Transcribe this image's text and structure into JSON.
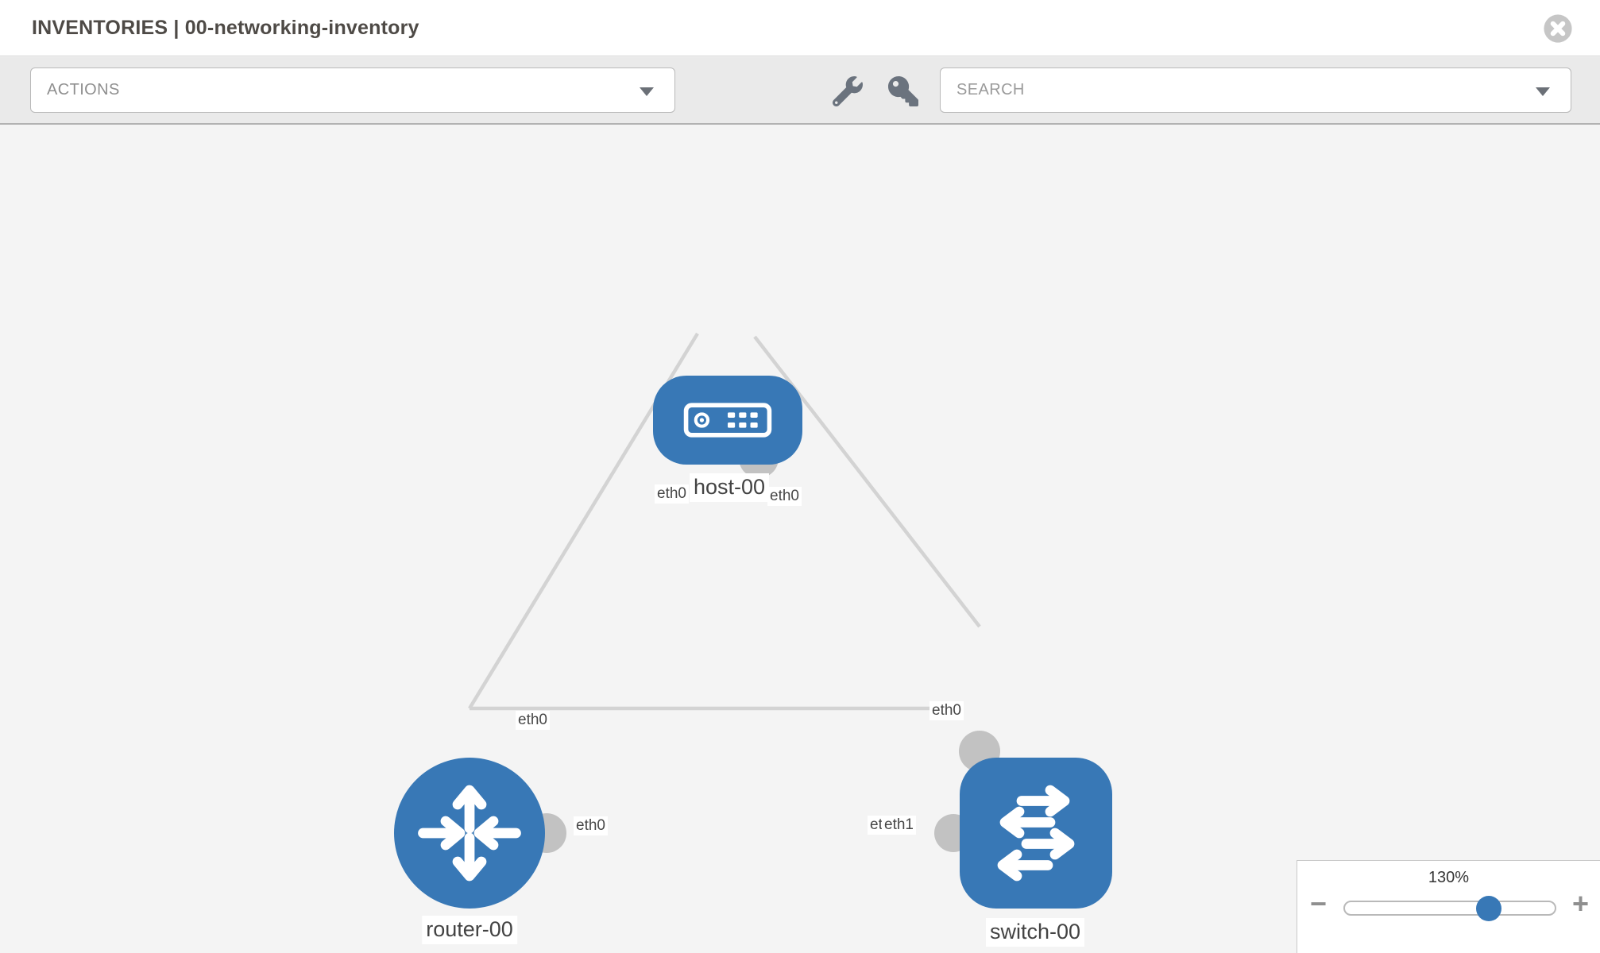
{
  "window": {
    "title": "INVENTORIES | 00-networking-inventory"
  },
  "toolbar": {
    "actions_dropdown": {
      "label": "ACTIONS"
    },
    "search_dropdown": {
      "placeholder": "SEARCH"
    },
    "tool_icons": [
      {
        "name": "wrench"
      },
      {
        "name": "key"
      }
    ]
  },
  "topology": {
    "nodes": [
      {
        "id": "host-00",
        "label": "host-00",
        "type": "host"
      },
      {
        "id": "router-00",
        "label": "router-00",
        "type": "router"
      },
      {
        "id": "switch-00",
        "label": "switch-00",
        "type": "switch"
      }
    ],
    "links": [
      {
        "source": "host-00",
        "target": "router-00",
        "source_interface": "eth0",
        "target_interface": "eth0"
      },
      {
        "source": "host-00",
        "target": "switch-00",
        "source_interface": "eth0",
        "target_interface": "eth0"
      },
      {
        "source": "router-00",
        "target": "switch-00",
        "source_interface": "eth0",
        "target_interface": "eth1",
        "target_interface_overlapped": "eth0"
      }
    ]
  },
  "zoom_control": {
    "level": "130%",
    "slider_percent": 64,
    "minus": "−",
    "plus": "+"
  },
  "colors": {
    "node_blue": "#3878b6",
    "link_gray": "#d3d3d3",
    "interface_gray": "#c2c2c2",
    "toolbar_bg": "#eaeaea",
    "canvas_bg": "#f4f4f4"
  }
}
